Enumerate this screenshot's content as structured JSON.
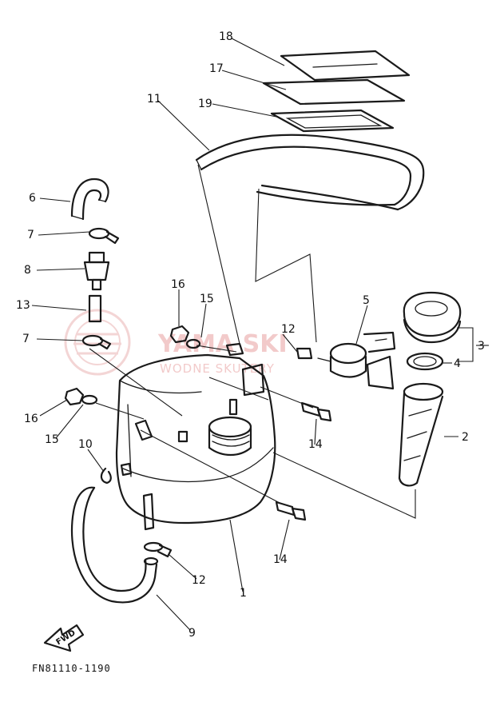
{
  "diagram": {
    "code": "FN81110-1190",
    "fwd_label": "FWD",
    "watermark": {
      "brand": "YAMA SKI",
      "tagline": "WODNE SKUTERY"
    },
    "callouts": [
      {
        "id": "c1",
        "label": "1"
      },
      {
        "id": "c2",
        "label": "2"
      },
      {
        "id": "c3",
        "label": "3"
      },
      {
        "id": "c4",
        "label": "4"
      },
      {
        "id": "c5",
        "label": "5"
      },
      {
        "id": "c6",
        "label": "6"
      },
      {
        "id": "c7a",
        "label": "7"
      },
      {
        "id": "c7b",
        "label": "7"
      },
      {
        "id": "c8",
        "label": "8"
      },
      {
        "id": "c9",
        "label": "9"
      },
      {
        "id": "c10",
        "label": "10"
      },
      {
        "id": "c11",
        "label": "11"
      },
      {
        "id": "c12a",
        "label": "12"
      },
      {
        "id": "c12b",
        "label": "12"
      },
      {
        "id": "c13",
        "label": "13"
      },
      {
        "id": "c14a",
        "label": "14"
      },
      {
        "id": "c14b",
        "label": "14"
      },
      {
        "id": "c15a",
        "label": "15"
      },
      {
        "id": "c15b",
        "label": "15"
      },
      {
        "id": "c16a",
        "label": "16"
      },
      {
        "id": "c16b",
        "label": "16"
      },
      {
        "id": "c17",
        "label": "17"
      },
      {
        "id": "c18",
        "label": "18"
      },
      {
        "id": "c19",
        "label": "19"
      }
    ]
  }
}
